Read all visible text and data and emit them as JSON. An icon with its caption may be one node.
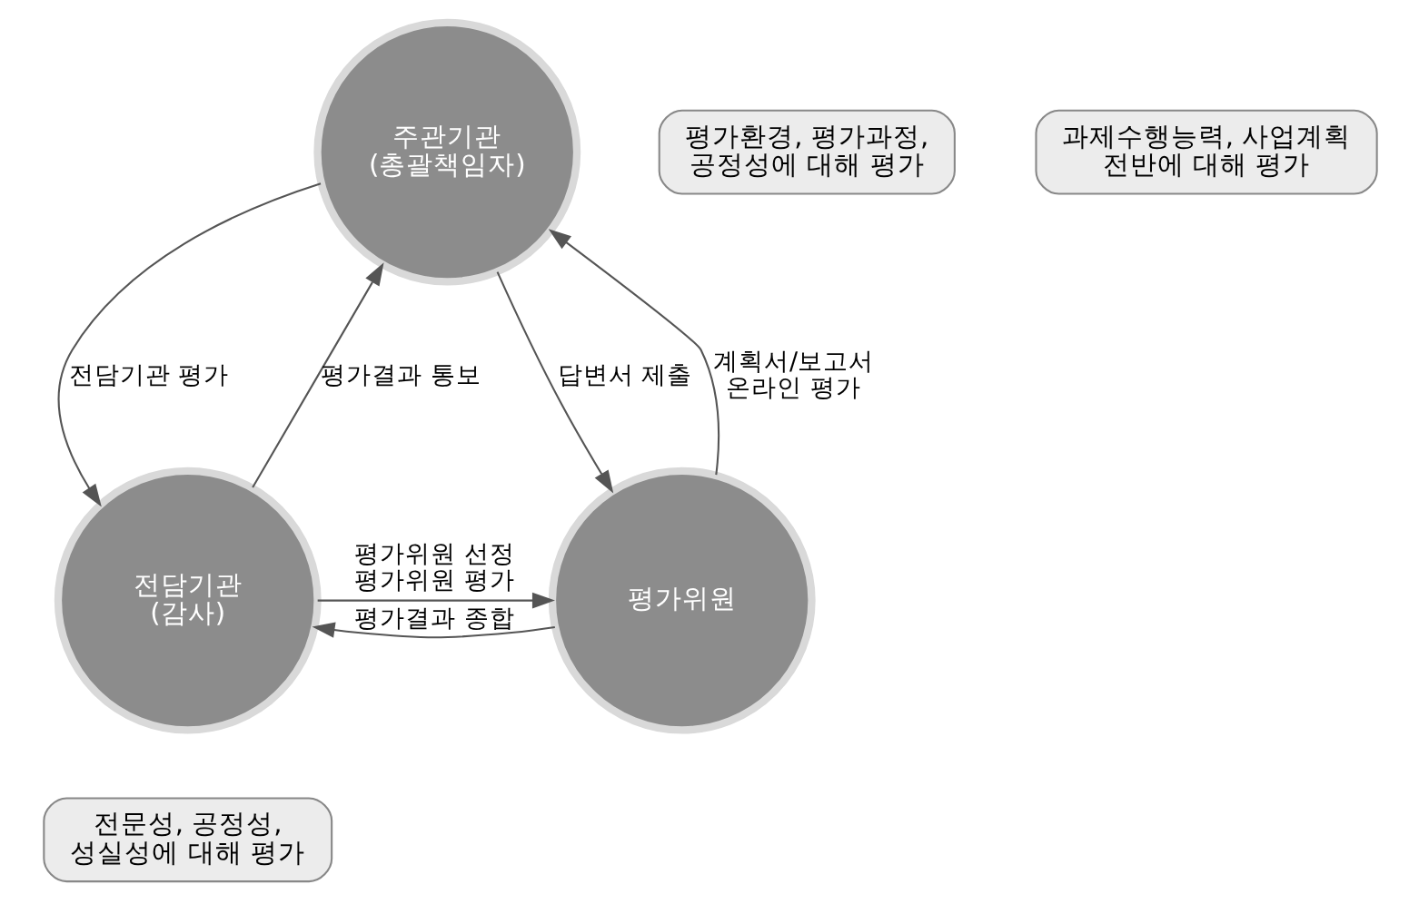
{
  "diagram": {
    "nodes": [
      {
        "text": [
          "주관기관 (총괄책임자)"
        ]
      },
      {
        "text": [
          "전담기관 (감사)"
        ]
      },
      {
        "text": [
          "평가위원"
        ]
      },
      {
        "text": [
          "평가환경, 평가과정, 공정성에 대해 평가"
        ]
      },
      {
        "text": [
          "과제수행능력, 사업계획 전반에 대해 평가"
        ]
      },
      {
        "text": [
          "전문성, 공정성, 성실성에 대해 평가"
        ]
      }
    ],
    "edges": [
      {
        "from": 0,
        "to": 1,
        "arrow": "to",
        "label": "전담기관 평가"
      },
      {
        "from": 1,
        "to": 0,
        "arrow": "to",
        "label": "평가결과 통보"
      },
      {
        "from": 0,
        "to": 2,
        "arrow": "to",
        "label": "답변서 제출"
      },
      {
        "from": 2,
        "to": 0,
        "arrow": "to",
        "label": "계획서/보고서 온라인 평가"
      },
      {
        "from": 2,
        "to": 1,
        "arrow": "to",
        "label": "평가결과 종합"
      },
      {
        "from": 1,
        "to": 2,
        "arrow": "to",
        "label": "평가위원 선정 평가위원 평가"
      }
    ]
  }
}
